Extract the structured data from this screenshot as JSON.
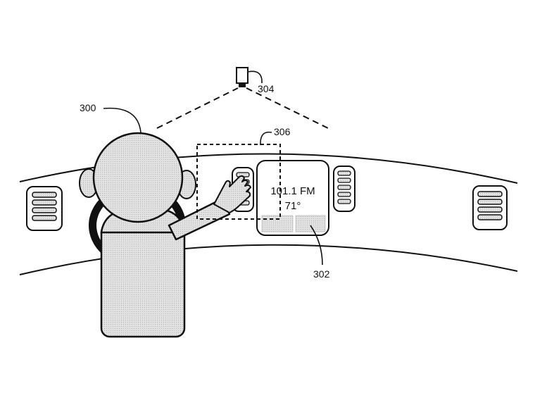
{
  "figure": {
    "labels": {
      "occupant": "300",
      "display": "302",
      "sensor": "304",
      "gesture_zone": "306"
    },
    "display_screen": {
      "line1": "101.1 FM",
      "line2": "71°"
    },
    "colors": {
      "ink": "#111111",
      "fill_gray": "#d9d9d9",
      "background": "#ffffff"
    }
  }
}
